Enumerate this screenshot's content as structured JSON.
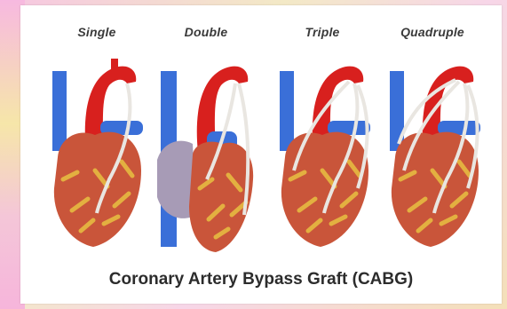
{
  "labels": [
    "Single",
    "Double",
    "Triple",
    "Quadruple"
  ],
  "caption": "Coronary Artery Bypass Graft (CABG)",
  "grafts": [
    1,
    2,
    3,
    4
  ],
  "colors": {
    "aorta": "#d8201e",
    "vena": "#3a6fd8",
    "heart": "#c9553a",
    "fat": "#e3b040",
    "graft": "#e9e6e1",
    "tissue": "#a79bb6"
  }
}
